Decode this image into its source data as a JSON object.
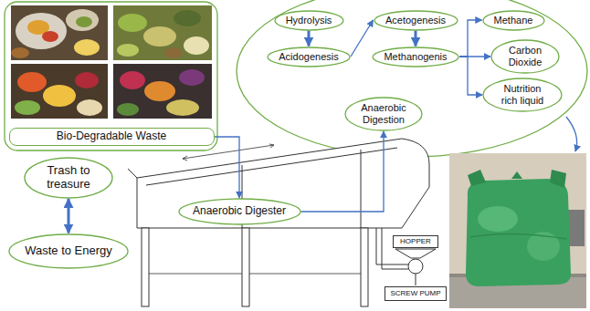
{
  "diagram": {
    "nodes": [
      {
        "text": [
          "Bio-Degradable Waste"
        ]
      },
      {
        "text": [
          "Hydrolysis"
        ]
      },
      {
        "text": [
          "Acidogenesis"
        ]
      },
      {
        "text": [
          "Acetogenesis"
        ]
      },
      {
        "text": [
          "Methanogenis"
        ]
      },
      {
        "text": [
          "Methane"
        ]
      },
      {
        "text": [
          "Carbon Dioxide"
        ]
      },
      {
        "text": [
          "Nutrition rich liquid"
        ]
      },
      {
        "text": [
          "Anaerobic Digestion"
        ]
      },
      {
        "text": [
          "Trash to treasure"
        ]
      },
      {
        "text": [
          "Waste to Energy"
        ]
      },
      {
        "text": [
          "Anaerobic Digester"
        ]
      },
      {
        "text": [
          "HOPPER"
        ]
      },
      {
        "text": [
          "SCREW PUMP"
        ]
      }
    ],
    "edges": [
      {
        "from": 1,
        "to": 2,
        "arrow": "to"
      },
      {
        "from": 2,
        "to": 3,
        "arrow": "to"
      },
      {
        "from": 3,
        "to": 4,
        "arrow": "to"
      },
      {
        "from": 4,
        "to": 5,
        "arrow": "to"
      },
      {
        "from": 4,
        "to": 6,
        "arrow": "to"
      },
      {
        "from": 4,
        "to": 7,
        "arrow": "to"
      },
      {
        "from": 0,
        "to": 11,
        "arrow": "to"
      },
      {
        "from": 11,
        "to": 8,
        "arrow": "to"
      },
      {
        "from": 9,
        "to": 10,
        "arrow": "both"
      }
    ]
  }
}
